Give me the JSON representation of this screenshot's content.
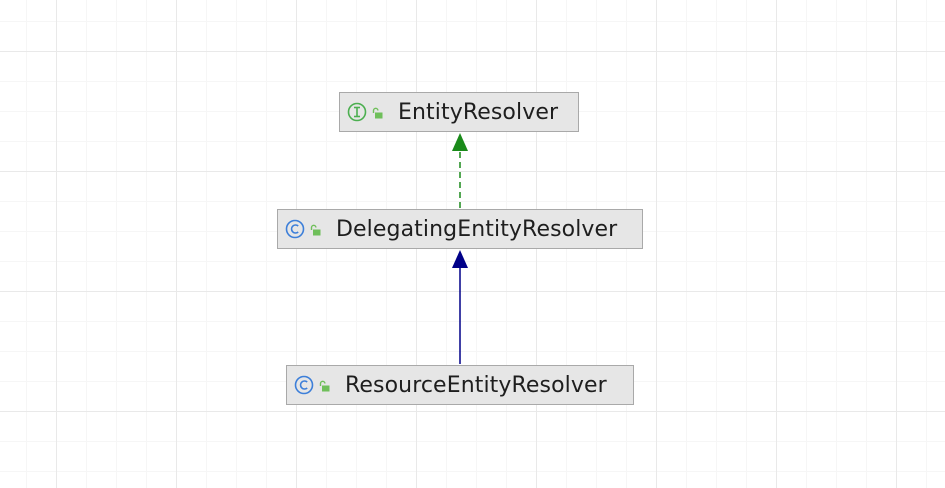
{
  "diagram": {
    "nodes": [
      {
        "id": "entity-resolver",
        "label": "EntityResolver",
        "kind": "interface",
        "visibility": "public"
      },
      {
        "id": "delegating-entity-resolver",
        "label": "DelegatingEntityResolver",
        "kind": "class",
        "visibility": "public"
      },
      {
        "id": "resource-entity-resolver",
        "label": "ResourceEntityResolver",
        "kind": "class",
        "visibility": "public"
      }
    ],
    "edges": [
      {
        "from": "delegating-entity-resolver",
        "to": "entity-resolver",
        "type": "implements",
        "color": "#1a8a1a",
        "style": "dashed"
      },
      {
        "from": "resource-entity-resolver",
        "to": "delegating-entity-resolver",
        "type": "extends",
        "color": "#000088",
        "style": "solid"
      }
    ],
    "colors": {
      "interface_icon": "#4caf50",
      "class_icon": "#3d7fd9",
      "lock_icon": "#6fbf5a"
    }
  }
}
